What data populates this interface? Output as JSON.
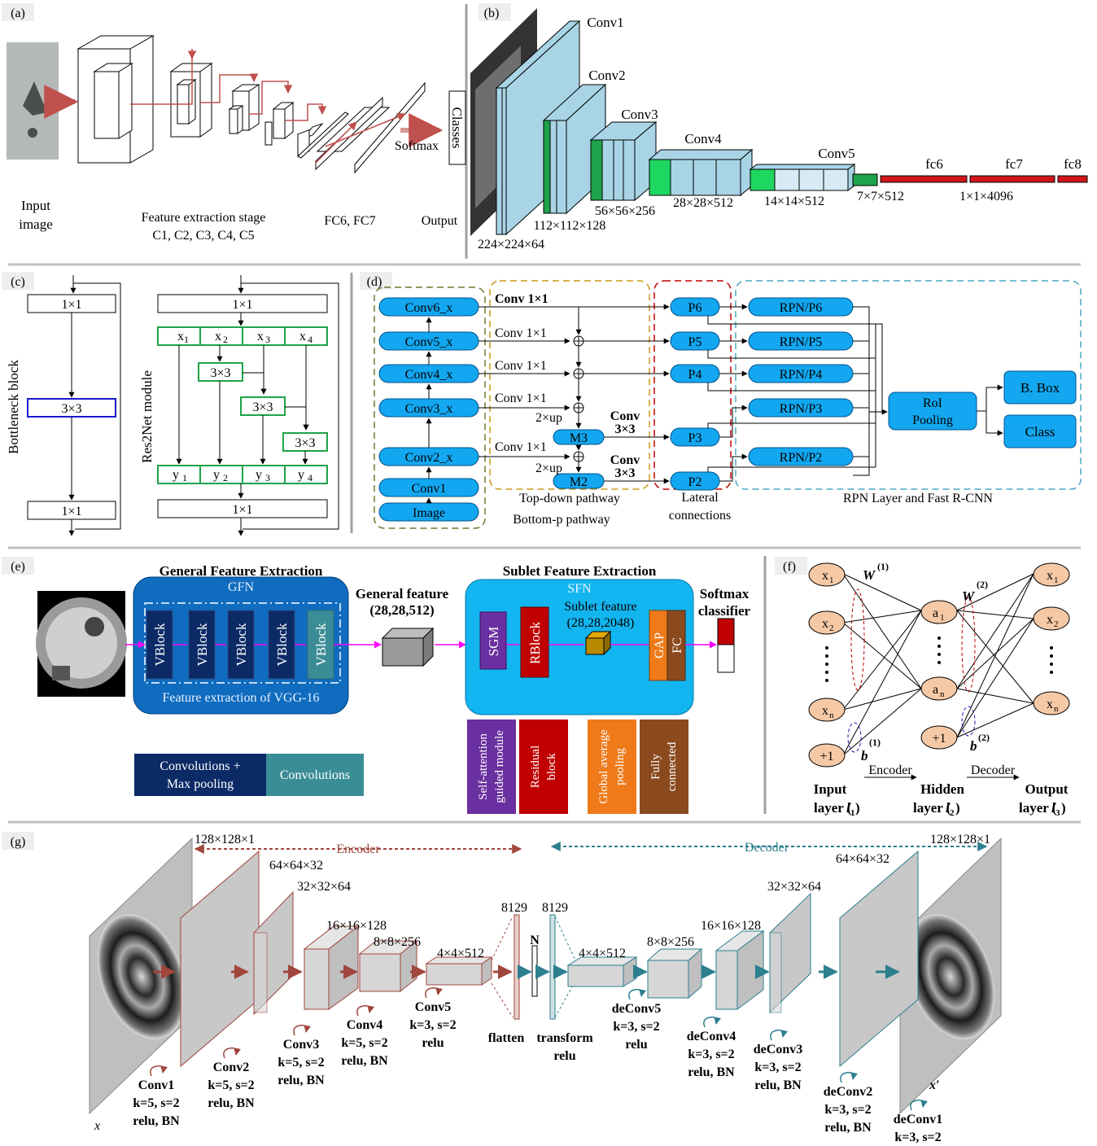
{
  "panels": {
    "a": {
      "tag": "(a)",
      "input_label": [
        "Input",
        "image"
      ],
      "stage_label": [
        "Feature extraction stage",
        "C1, C2, C3, C4, C5"
      ],
      "fc_label": "FC6, FC7",
      "softmax": "Softmax",
      "classes": "Classes",
      "output": "Output"
    },
    "b": {
      "tag": "(b)",
      "layers": [
        "Conv1",
        "Conv2",
        "Conv3",
        "Conv4",
        "Conv5",
        "fc6",
        "fc7",
        "fc8"
      ],
      "dims": [
        "224×224×64",
        "112×112×128",
        "56×56×256",
        "28×28×512",
        "14×14×512",
        "7×7×512",
        "1×1×4096"
      ]
    },
    "c": {
      "tag": "(c)",
      "bottleneck_title": "Bottleneck block",
      "res2net_title": "Res2Net module",
      "one_by_one": "1×1",
      "three_by_three": "3×3",
      "x_labels": [
        "x",
        "1",
        "x",
        "2",
        "x",
        "3",
        "x",
        "4"
      ],
      "y_labels": [
        "y",
        "1",
        "y",
        "2",
        "y",
        "3",
        "y",
        "4"
      ]
    },
    "d": {
      "tag": "(d)",
      "backbone": [
        "Conv6_x",
        "Conv5_x",
        "Conv4_x",
        "Conv3_x",
        "Conv2_x",
        "Conv1",
        "Image"
      ],
      "conv_label": "Conv 1×1",
      "up_label": "2×up",
      "conv33": [
        "Conv",
        "3×3"
      ],
      "merge": [
        "M3",
        "M2"
      ],
      "pyramid": [
        "P6",
        "P5",
        "P4",
        "P3",
        "P2"
      ],
      "rpn": [
        "RPN/P6",
        "RPN/P5",
        "RPN/P4",
        "RPN/P3",
        "RPN/P2"
      ],
      "roi": [
        "RoI",
        "Pooling"
      ],
      "bbox": "B. Box",
      "class": "Class",
      "topdown": "Top-down pathway",
      "bottomup": "Bottom-p pathway",
      "lateral": [
        "Lateral",
        "connections"
      ],
      "rpn_title": "RPN Layer and Fast R-CNN"
    },
    "e": {
      "tag": "(e)",
      "gfe_title": "General Feature Extraction",
      "gfn": "GFN",
      "vblock": "VBlock",
      "vgg_caption": "Feature extraction of VGG-16",
      "general_feature": [
        "General feature",
        "(28,28,512)"
      ],
      "sfe_title": "Sublet Feature Extraction",
      "sfn": "SFN",
      "sgm": "SGM",
      "rblock": "RBlock",
      "sublet_feature": [
        "Sublet feature",
        "(28,28,2048)"
      ],
      "gap": "GAP",
      "fc": "FC",
      "softmax": [
        "Softmax",
        "classifier"
      ],
      "legend": [
        "Convolutions +",
        "Max pooling",
        "Convolutions"
      ],
      "tags": [
        [
          "Self-attention",
          "guided module"
        ],
        [
          "Residual",
          "block"
        ],
        [
          "Global average",
          "pooling"
        ],
        [
          "Fully",
          "connected"
        ]
      ],
      "colors": {
        "dark_blue": "#0c2a66",
        "teal": "#3a8d96",
        "purple": "#6a2fa0",
        "red": "#c00000",
        "orange": "#ee7a1a",
        "brown": "#8b4a1e",
        "gfn_bg": "#0f6cbf",
        "sfn_bg": "#12b5ef"
      }
    },
    "f": {
      "tag": "(f)",
      "inputs": [
        "x",
        "1",
        "x",
        "2",
        "x",
        "n",
        "+1"
      ],
      "hidden": [
        "a",
        "1",
        "a",
        "n",
        "+1"
      ],
      "outputs": [
        "x",
        "1",
        "x",
        "2",
        "x",
        "n"
      ],
      "w1": [
        "W",
        "(1)"
      ],
      "w2": [
        "W",
        "(2)"
      ],
      "b1": [
        "b",
        "(1)"
      ],
      "b2": [
        "b",
        "(2)"
      ],
      "encoder": "Encoder",
      "decoder": "Decoder",
      "input_layer": [
        "Input",
        "layer (",
        "l",
        "1",
        ")"
      ],
      "hidden_layer": [
        "Hidden",
        "layer (",
        "l",
        "2",
        ")"
      ],
      "output_layer": [
        "Output",
        "layer (",
        "l",
        "3",
        ")"
      ]
    },
    "g": {
      "tag": "(g)",
      "encoder": "Encoder",
      "decoder": "Decoder",
      "dims_enc": [
        "128×128×1",
        "64×64×32",
        "32×32×64",
        "16×16×128",
        "8×8×256",
        "4×4×512",
        "8129"
      ],
      "dims_dec": [
        "8129",
        "4×4×512",
        "8×8×256",
        "16×16×128",
        "32×32×64",
        "64×64×32",
        "128×128×1"
      ],
      "n": "N",
      "x": "x",
      "x_prime": "x′",
      "enc_layers": [
        [
          "Conv1",
          "k=5, s=2",
          "relu, BN"
        ],
        [
          "Conv2",
          "k=5, s=2",
          "relu, BN"
        ],
        [
          "Conv3",
          "k=5, s=2",
          "relu, BN"
        ],
        [
          "Conv4",
          "k=5, s=2",
          "relu, BN"
        ],
        [
          "Conv5",
          "k=3, s=2",
          "relu"
        ]
      ],
      "flatten": "flatten",
      "transform": [
        "transform",
        "relu"
      ],
      "dec_layers": [
        [
          "deConv5",
          "k=3, s=2",
          "relu"
        ],
        [
          "deConv4",
          "k=3, s=2",
          "relu, BN"
        ],
        [
          "deConv3",
          "k=3, s=2",
          "relu, BN"
        ],
        [
          "deConv2",
          "k=3, s=2",
          "relu, BN"
        ],
        [
          "deConv1",
          "k=3, s=2"
        ]
      ],
      "colors": {
        "enc": "#a0463c",
        "dec": "#2c7f8f"
      }
    }
  }
}
